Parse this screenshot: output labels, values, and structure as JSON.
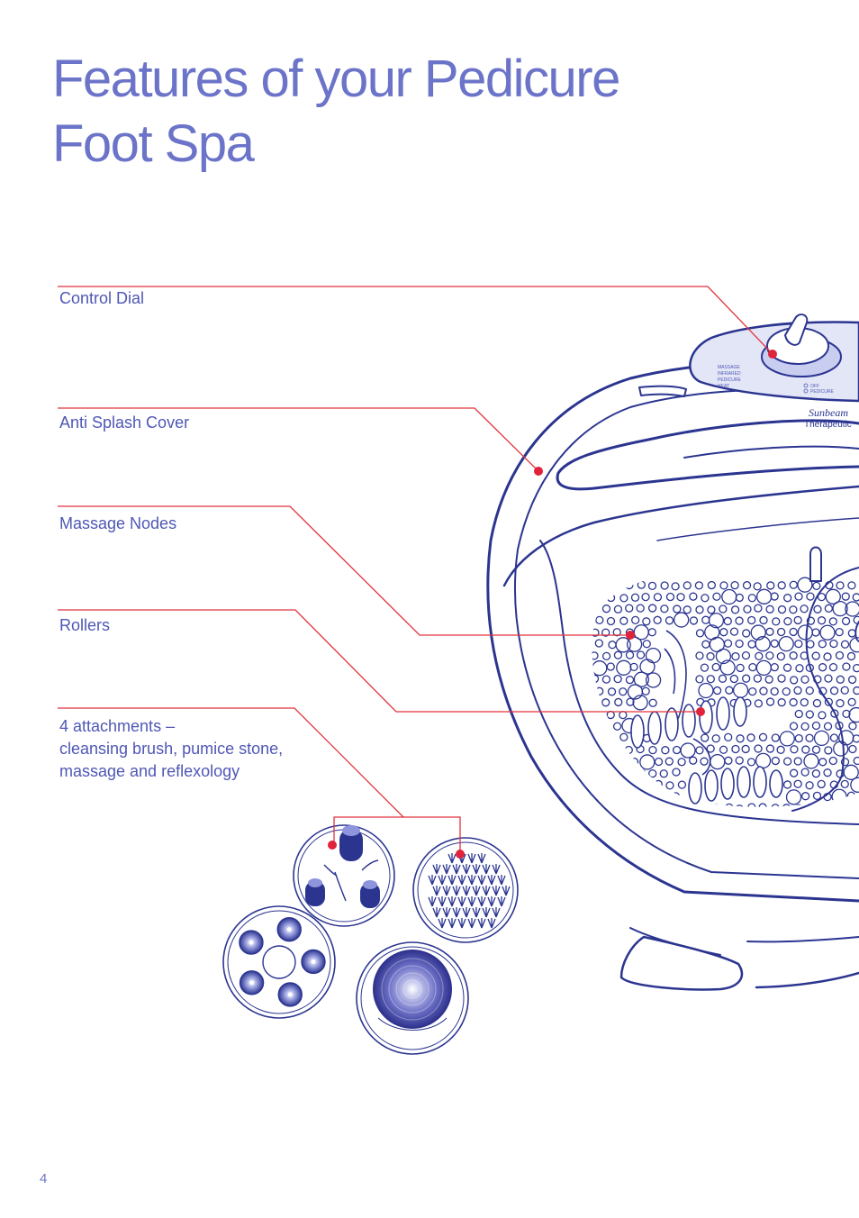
{
  "title": {
    "line1": "Features of your Pedicure",
    "line2": "Foot Spa"
  },
  "callouts": {
    "control_dial": "Control Dial",
    "anti_splash_cover": "Anti Splash Cover",
    "massage_nodes": "Massage Nodes",
    "rollers": "Rollers",
    "attachments": {
      "line1": "4 attachments –",
      "line2": "cleansing brush, pumice stone,",
      "line3": "massage and reflexology"
    }
  },
  "control_panel": {
    "legend": [
      "MASSAGE",
      "INFRARED",
      "PEDICURE",
      "HEAT"
    ],
    "positions": [
      "OFF",
      "PEDICURE"
    ],
    "brand": "Sunbeam",
    "model": "Therapeutic"
  },
  "page_number": "4",
  "colors": {
    "title": "#6b74c8",
    "outline": "#2b3590",
    "callout_line": "#e0343e",
    "callout_dot": "#e0233a",
    "panel_fill": "#e3e6f7"
  }
}
